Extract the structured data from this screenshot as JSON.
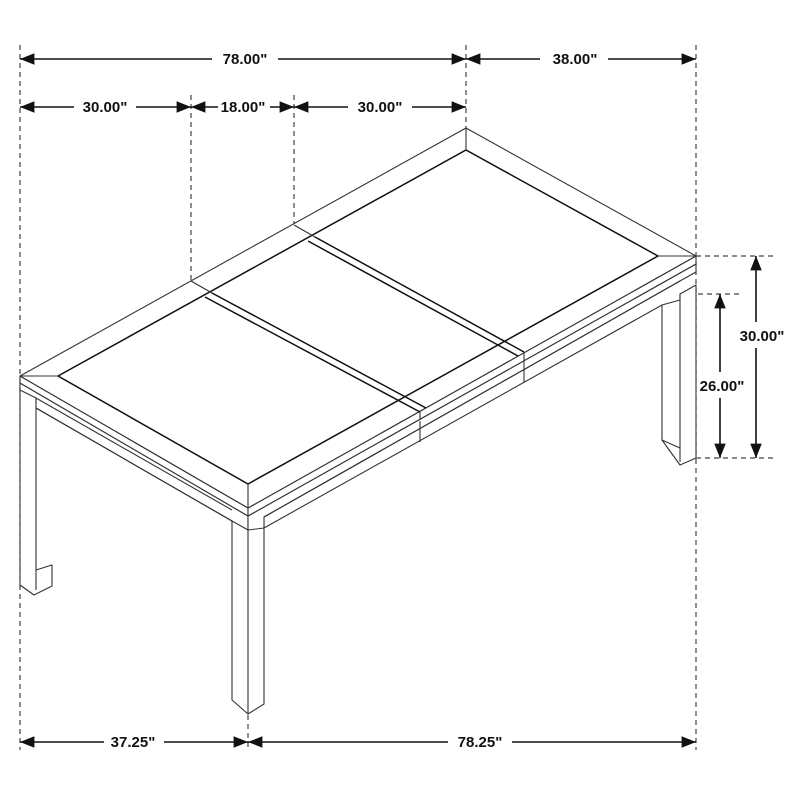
{
  "diagram": {
    "subject": "Extendable dining table with leaf - dimension drawing",
    "units": "inches",
    "dimensions": {
      "overall_length_extended": "78.00\"",
      "width": "38.00\"",
      "top_section_left": "30.00\"",
      "leaf": "18.00\"",
      "top_section_right": "30.00\"",
      "table_height": "30.00\"",
      "apron_clearance": "26.00\"",
      "footprint_front": "37.25\"",
      "footprint_side": "78.25\""
    },
    "colors": {
      "line": "#333333",
      "text": "#111111",
      "background": "#ffffff"
    }
  }
}
